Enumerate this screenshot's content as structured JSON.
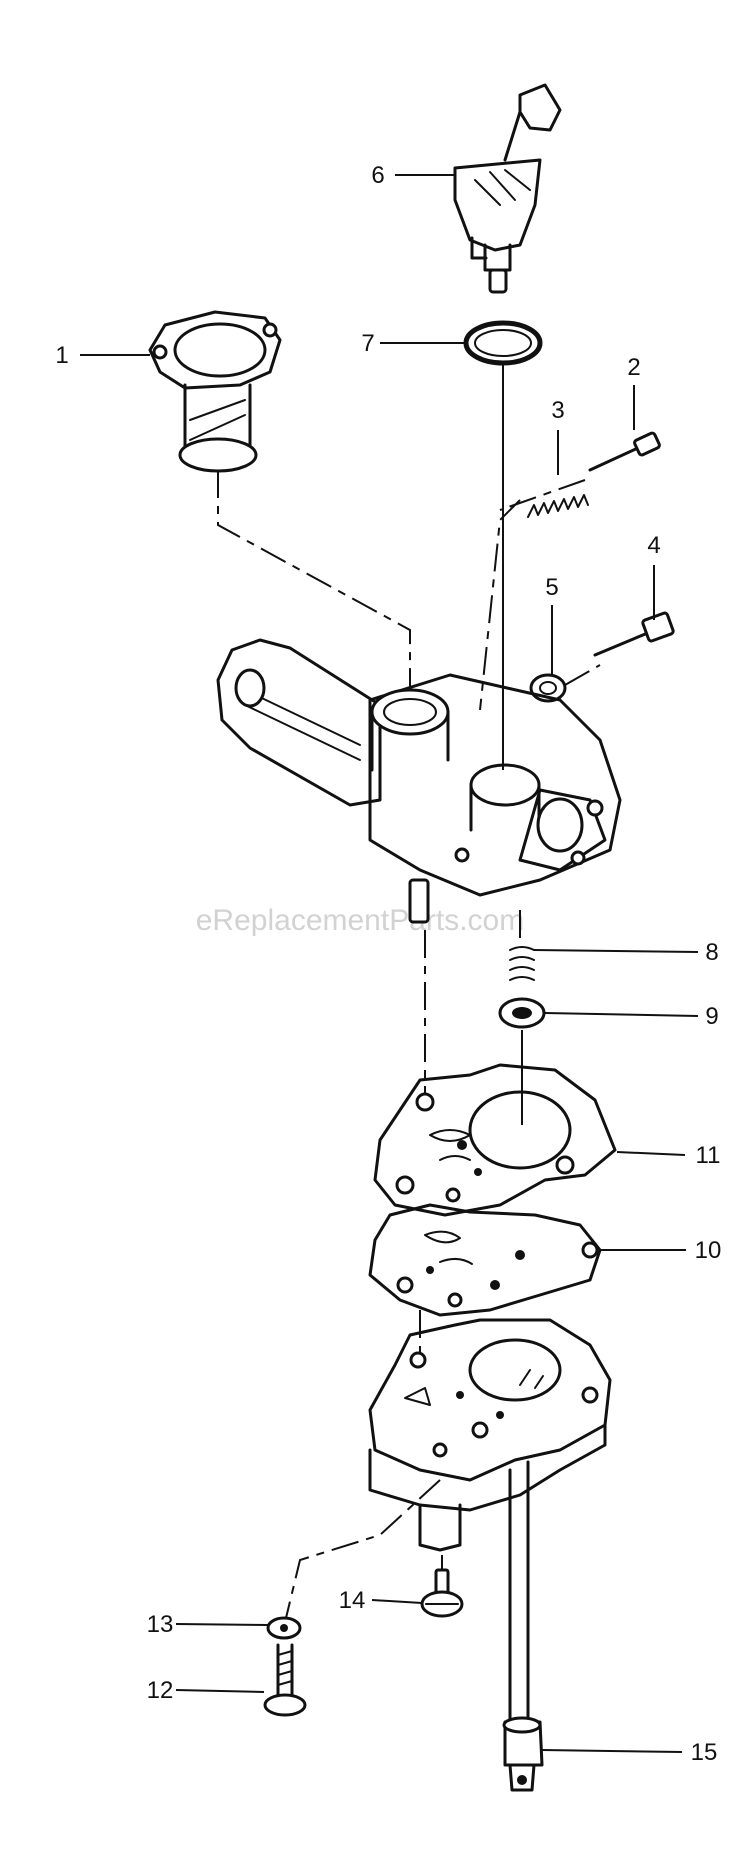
{
  "watermark": "eReplacementParts.com",
  "parts": [
    {
      "num": "1",
      "name": "intake-elbow"
    },
    {
      "num": "2",
      "name": "idle-speed-screw"
    },
    {
      "num": "3",
      "name": "spring"
    },
    {
      "num": "4",
      "name": "needle-valve"
    },
    {
      "num": "5",
      "name": "packing"
    },
    {
      "num": "6",
      "name": "fuel-pipe-assembly"
    },
    {
      "num": "7",
      "name": "o-ring"
    },
    {
      "num": "8",
      "name": "spring"
    },
    {
      "num": "9",
      "name": "seal"
    },
    {
      "num": "10",
      "name": "diaphragm"
    },
    {
      "num": "11",
      "name": "gasket"
    },
    {
      "num": "12",
      "name": "screw"
    },
    {
      "num": "13",
      "name": "lockwasher"
    },
    {
      "num": "14",
      "name": "screw"
    },
    {
      "num": "15",
      "name": "pipe-end"
    }
  ]
}
